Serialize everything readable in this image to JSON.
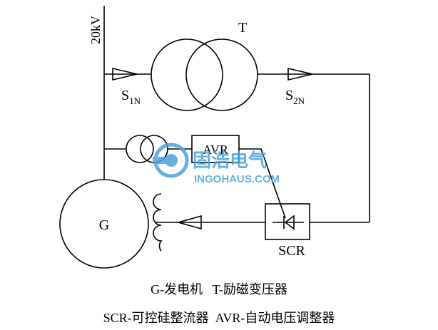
{
  "labels": {
    "voltage": "20kV",
    "transformer": "T",
    "s1_main": "S",
    "s1_sub": "1N",
    "s2_main": "S",
    "s2_sub": "2N",
    "avr": "AVR",
    "generator": "G",
    "scr": "SCR"
  },
  "watermark": {
    "cn": "固浩电气",
    "en": "INGOHAUS.COM",
    "color": "#4aa3dc"
  },
  "captions": {
    "line1": "G-发电机   T-励磁变压器",
    "line2": "SCR-可控硅整流器  AVR-自动电压调整器"
  }
}
